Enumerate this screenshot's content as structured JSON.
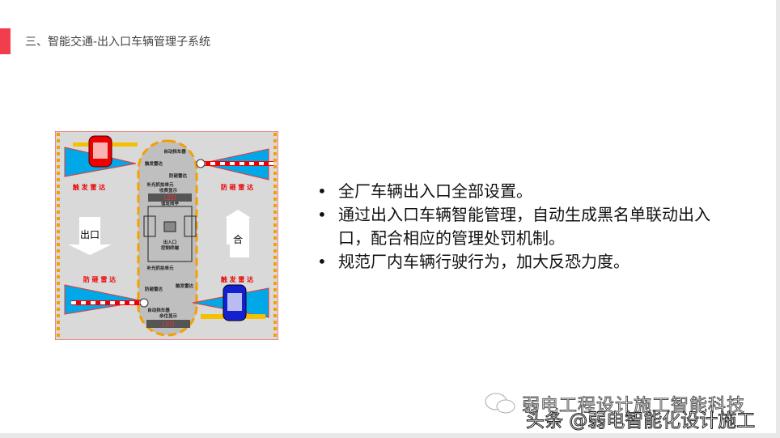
{
  "header": {
    "title": "三、智能交通-出入口车辆管理子系统",
    "accent_color": "#f23d4c"
  },
  "diagram": {
    "labels": {
      "barrier_top": "自动挡车器",
      "trigger_radar_top": "触发雷达",
      "anti_smash_top": "防砸雷达",
      "capture_top": "补光抓拍单元",
      "fee_display": "收费显示",
      "led_top": "LED",
      "booth": "值班岗亭",
      "terminal_line1": "出入口",
      "terminal_line2": "控制终端",
      "capture_bottom": "补光抓拍单元",
      "anti_smash_bottom": "防砸雷达",
      "trigger_radar_bottom": "触发雷达",
      "barrier_bottom": "自动挡车器",
      "space_display": "余位显示",
      "led_bottom": "LED",
      "left_trigger": "触 发 雷 达",
      "right_anti": "防 砸 雷 达",
      "left_anti": "防 砸 雷 达",
      "right_trigger": "触 发 雷 达",
      "exit_arrow": "出口",
      "entry_arrow": "合"
    }
  },
  "bullets": [
    "全厂车辆出入口全部设置。",
    "通过出入口车辆智能管理，自动生成黑名单联动出入口，配合相应的管理处罚机制。",
    "规范厂内车辆行驶行为，加大反恐力度。"
  ],
  "watermark": {
    "line1": "弱电工程设计施工智能科技",
    "line2": "头条 @弱电智能化设计施工"
  }
}
